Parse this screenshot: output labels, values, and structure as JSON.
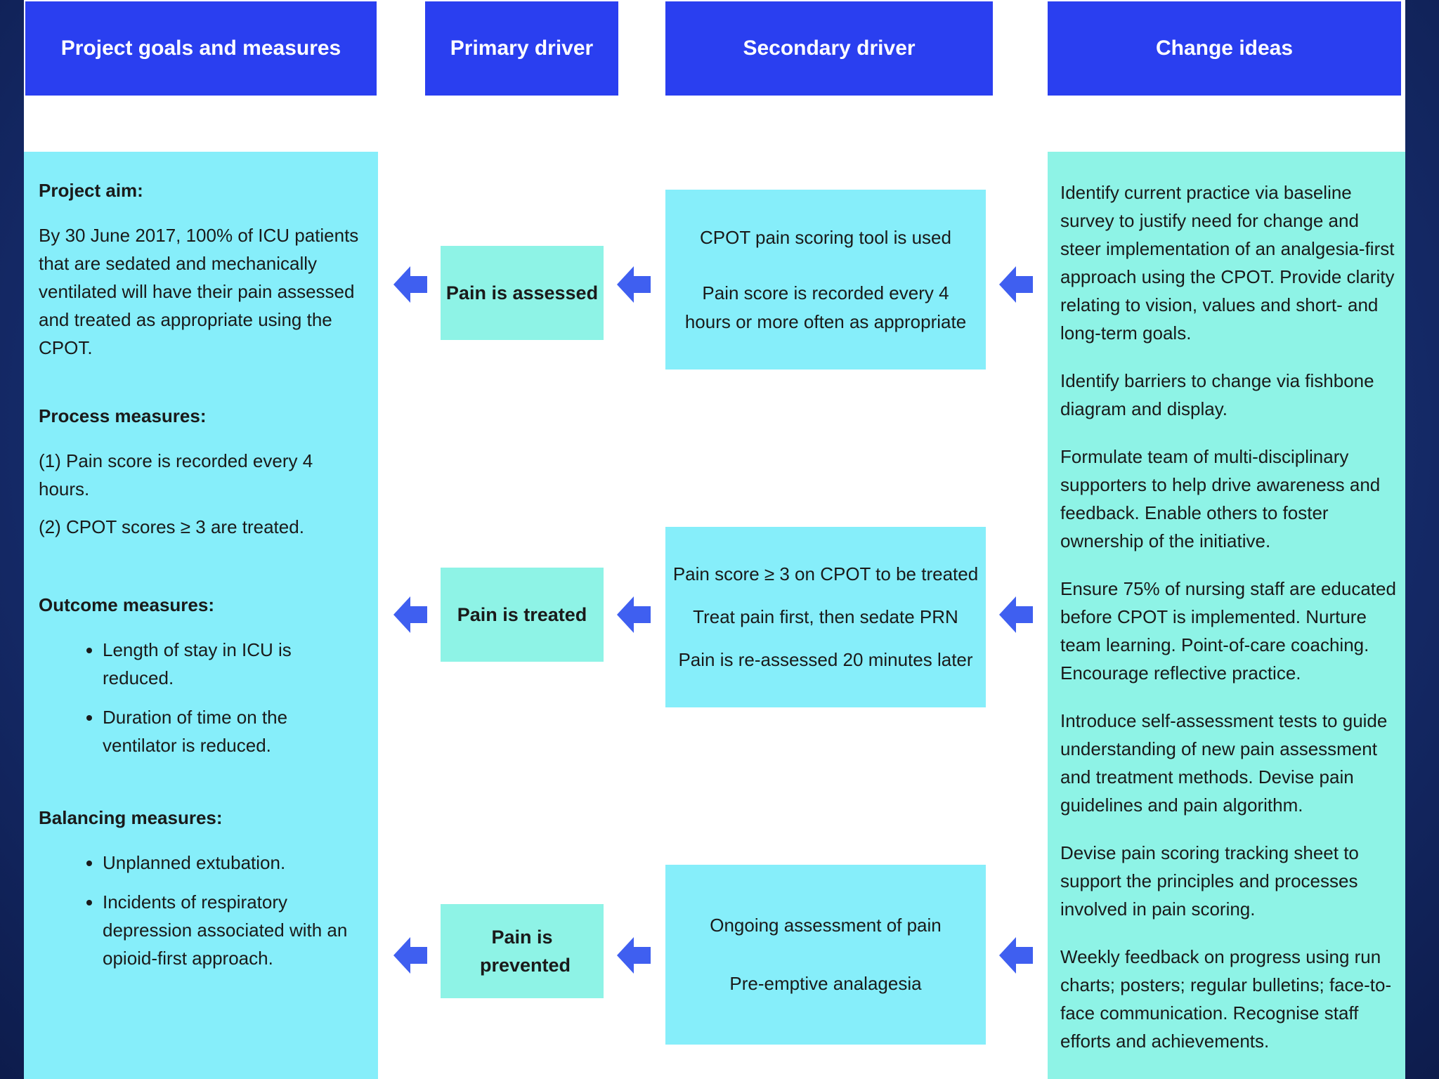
{
  "colors": {
    "header": "#2a3ff0",
    "goals_panel": "#86eefa",
    "primary_box": "#8ef3e6",
    "secondary_box": "#86eefa",
    "change_panel": "#8ef3e6",
    "arrow": "#3f5ff0"
  },
  "headers": {
    "goals": "Project goals and measures",
    "primary": "Primary driver",
    "secondary": "Secondary driver",
    "change": "Change ideas"
  },
  "goals": {
    "aim_title": "Project aim:",
    "aim_text": "By 30 June 2017, 100% of ICU patients that are sedated and mechanically ventilated will have their pain assessed and treated as appropriate using the CPOT.",
    "process_title": "Process measures:",
    "process_items": [
      "(1) Pain score is recorded every 4 hours.",
      "(2) CPOT scores ≥ 3 are treated."
    ],
    "outcome_title": "Outcome measures:",
    "outcome_items": [
      "Length of stay in ICU is reduced.",
      "Duration of time on the ventilator is reduced."
    ],
    "balancing_title": "Balancing measures:",
    "balancing_items": [
      "Unplanned extubation.",
      "Incidents of respiratory depression associated with an opioid-first approach."
    ]
  },
  "primary_drivers": [
    "Pain is assessed",
    "Pain is treated",
    "Pain is prevented"
  ],
  "secondary_drivers": [
    {
      "lines": [
        "CPOT pain scoring tool is used",
        "Pain score is recorded every 4 hours or more often as appropriate"
      ]
    },
    {
      "lines": [
        "Pain score ≥ 3 on CPOT to be treated",
        "Treat pain first, then sedate PRN",
        "Pain is re-assessed 20 minutes later"
      ]
    },
    {
      "lines": [
        "Ongoing assessment of pain",
        "Pre-emptive analagesia"
      ]
    }
  ],
  "change_ideas": [
    "Identify current practice via baseline survey to justify need for change and steer implementation of an analgesia-first approach using the CPOT.  Provide clarity relating to vision, values and short- and long-term goals.",
    "Identify barriers to change via fishbone diagram and display.",
    "Formulate team of multi-disciplinary supporters to help drive awareness and feedback.  Enable others to foster ownership of the initiative.",
    "Ensure 75% of nursing staff are educated before CPOT is implemented.  Nurture team learning.  Point-of-care coaching.  Encourage reflective practice.",
    " Introduce self-assessment tests to guide understanding of new pain assessment and treatment methods. Devise pain guidelines and pain algorithm.",
    "Devise pain scoring tracking sheet to support the principles and processes involved in pain scoring.",
    "Weekly feedback on progress using run charts; posters; regular bulletins; face-to-face communication.  Recognise staff efforts and achievements."
  ]
}
